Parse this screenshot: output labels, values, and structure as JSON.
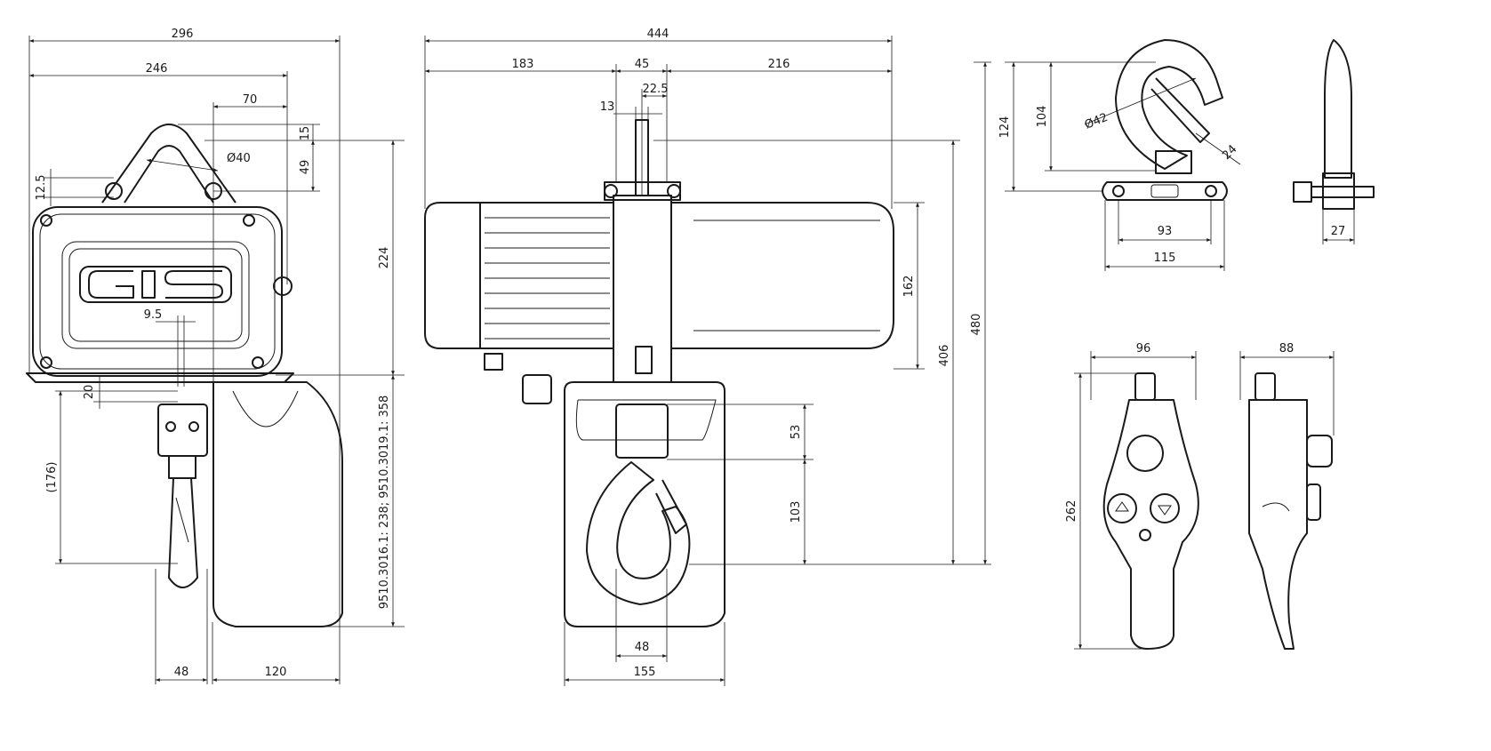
{
  "dimensions": {
    "side_view": {
      "overall_width": "296",
      "body_width": "246",
      "offset_70": "70",
      "top_15": "15",
      "height_49": "49",
      "eye_diameter": "Ø40",
      "offset_12_5": "12.5",
      "offset_9_5": "9.5",
      "offset_20": "20",
      "travel_176": "(176)",
      "hook_width": "48",
      "bag_width": "120",
      "headroom_variants": "9510.3016.1: 238; 9510.3019.1: 358",
      "body_height": "224"
    },
    "front_view": {
      "overall_width": "444",
      "left_183": "183",
      "mid_45": "45",
      "right_216": "216",
      "mid_22_5": "22.5",
      "mid_13": "13",
      "height_162": "162",
      "height_406": "406",
      "height_480": "480",
      "hook_53": "53",
      "hook_103": "103",
      "hook_width_48": "48",
      "bag_width_155": "155"
    },
    "hook_detail": {
      "height_124": "124",
      "height_104": "104",
      "diameter": "Ø42",
      "opening_24": "24",
      "hole_spacing_93": "93",
      "plate_width_115": "115",
      "thickness_27": "27"
    },
    "pendant": {
      "width_96": "96",
      "depth_88": "88",
      "height_262": "262"
    }
  },
  "logo_text": "GIS",
  "colors": {
    "line": "#1a1a1a",
    "background": "#ffffff"
  }
}
